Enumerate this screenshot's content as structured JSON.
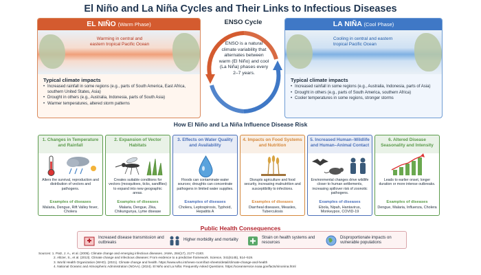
{
  "title": "El Niño and La Niña Cycles and Their Links to Infectious Diseases",
  "el_nino": {
    "name": "EL NIÑO",
    "phase": "(Warm Phase)",
    "map_label": "Warming in central and eastern tropical Pacific Ocean",
    "impacts_title": "Typical climate impacts",
    "impacts": [
      "Increased rainfall in some regions (e.g., parts of South America, East Africa, southern United States, Asia)",
      "Drought in others (e.g., Australia, Indonesia, parts of South Asia)",
      "Warmer temperatures, altered storm patterns"
    ],
    "color": "#d45b2f"
  },
  "la_nina": {
    "name": "LA NIÑA",
    "phase": "(Cool Phase)",
    "map_label": "Cooling in central and eastern tropical Pacific Ocean",
    "impacts_title": "Typical climate impacts",
    "impacts": [
      "Increased rainfall in some regions (e.g., Australia, Indonesia, parts of Asia)",
      "Drought in others (e.g., parts of South America, southern Africa)",
      "Cooler temperatures in some regions, stronger storms"
    ],
    "color": "#3f78c6"
  },
  "enso": {
    "title": "ENSO Cycle",
    "text": "ENSO is a natural climate variability that alternates between warm (El Niño) and cool (La Niña) phases every 2–7 years."
  },
  "section_title": "How El Niño and La Niña Influence Disease Risk",
  "pathways": [
    {
      "title": "1. Changes in Temperature and Rainfall",
      "desc": "Alters the survival, reproduction and distribution of vectors and pathogens.",
      "examples_label": "Examples of diseases",
      "examples": "Malaria, Dengue, Rift Valley fever, Cholera",
      "icon": "thermometer-rain-icon",
      "color": "#5a9a4a"
    },
    {
      "title": "2. Expansion of Vector Habitats",
      "desc": "Creates suitable conditions for vectors (mosquitoes, ticks, sandflies) to expand into new geographic areas.",
      "examples_label": "Examples of diseases",
      "examples": "Malaria, Dengue, Zika, Chikungunya, Lyme disease",
      "icon": "mosquito-icon",
      "color": "#5a9a4a"
    },
    {
      "title": "3. Effects on Water Quality and Availability",
      "desc": "Floods can contaminate water sources; droughts can concentrate pathogens in limited water supplies.",
      "examples_label": "Examples of diseases",
      "examples": "Cholera, Leptospirosis, Typhoid, Hepatitis A",
      "icon": "water-drop-icon",
      "color": "#4a6fb8"
    },
    {
      "title": "4. Impacts on Food Systems and Nutrition",
      "desc": "Disrupts agriculture and food security, increasing malnutrition and susceptibility to infections.",
      "examples_label": "Examples of diseases",
      "examples": "Diarrheal diseases, Measles, Tuberculosis",
      "icon": "wheat-icon",
      "color": "#d4873a"
    },
    {
      "title": "5. Increased Human–Wildlife and Human–Animal Contact",
      "desc": "Environmental changes drive wildlife closer to human settlements, increasing spillover risk of zoonotic pathogens.",
      "examples_label": "Examples of diseases",
      "examples": "Ebola, Nipah, Hantavirus, Monkeypox, COVID-19",
      "icon": "bat-rodent-people-icon",
      "color": "#4a6fb8"
    },
    {
      "title": "6. Altered Disease Seasonality and Intensity",
      "desc": "Leads to earlier onset, longer duration or more intense outbreaks.",
      "examples_label": "Examples of diseases",
      "examples": "Dengue, Malaria, Influenza, Cholera",
      "icon": "rising-bar-chart-icon",
      "color": "#5a9a4a"
    }
  ],
  "public_health": {
    "title": "Public Health Consequences",
    "items": [
      {
        "text": "Increased disease transmission and outbreaks",
        "icon": "hospital-icon"
      },
      {
        "text": "Higher morbidity and mortality",
        "icon": "people-icon"
      },
      {
        "text": "Strain on health systems and resources",
        "icon": "medical-kit-icon"
      },
      {
        "text": "Disproportionate impacts on vulnerable populations",
        "icon": "globe-icon"
      }
    ]
  },
  "sources": [
    "Sources: 1. Patz, J. A., et al. (2005). Climate change and emerging infectious diseases. JAMA, 284(17), 2177–2183.",
    "2. Altizer, S., et al. (2013). Climate change and infectious diseases: From evidence to a predictive framework. Science, 341(6145), 514–519.",
    "3. World Health Organization (WHO). (2021). Climate change and health. https://www.who.int/news-room/fact-sheets/detail/climate-change-and-health",
    "4. National Oceanic and Atmospheric Administration (NOAA). (2024). El Niño and La Niña: Frequently Asked Questions. https://oceanservice.noaa.gov/facts/ninonina.html"
  ]
}
